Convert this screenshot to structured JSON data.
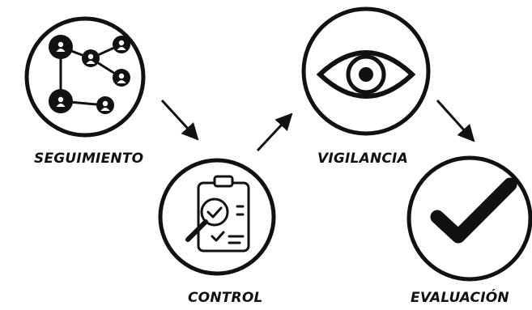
{
  "steps": [
    {
      "id": "seguimiento",
      "label": "SEGUIMIENTO",
      "icon": "network-people-icon"
    },
    {
      "id": "control",
      "label": "CONTROL",
      "icon": "clipboard-magnifier-icon"
    },
    {
      "id": "vigilancia",
      "label": "VIGILANCIA",
      "icon": "eye-icon"
    },
    {
      "id": "evaluacion",
      "label": "EVALUACIÓN",
      "icon": "checkmark-icon"
    }
  ],
  "colors": {
    "ink": "#111111",
    "background": "#ffffff"
  }
}
